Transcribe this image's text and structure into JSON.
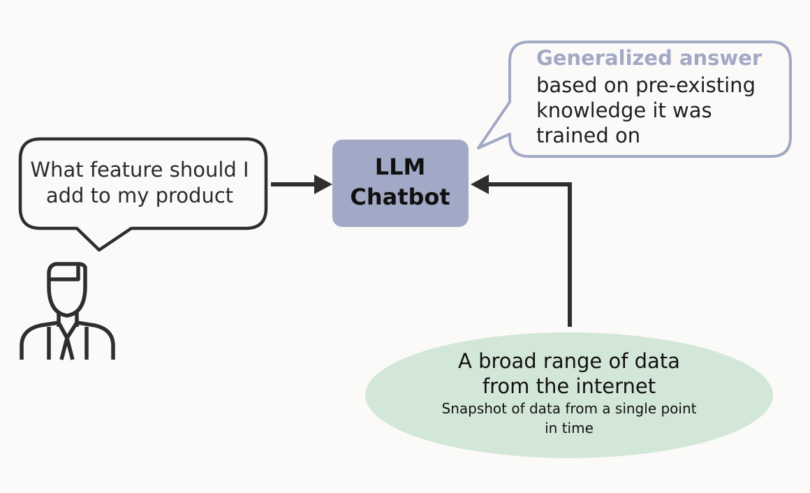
{
  "question": {
    "lines": [
      "What feature should I",
      "add to my product"
    ]
  },
  "chatbot": {
    "lines": [
      "LLM",
      "Chatbot"
    ]
  },
  "answer": {
    "title": "Generalized answer",
    "lines": [
      "based on pre-existing",
      "knowledge it was",
      "trained on"
    ]
  },
  "data_source": {
    "lines": [
      "A broad range of data",
      "from the internet"
    ],
    "sub_lines": [
      "Snapshot of data from a single point",
      "in time"
    ]
  },
  "icons": {
    "user": "person-icon"
  },
  "colors": {
    "background": "#fbfaf9",
    "chatbot_fill": "#a2a9c6",
    "answer_border": "#a3a9c5",
    "answer_title": "#a3a9c5",
    "data_fill": "#d3e7d8",
    "arrow": "#2e2e2e",
    "question_border": "#2e2e2e"
  }
}
